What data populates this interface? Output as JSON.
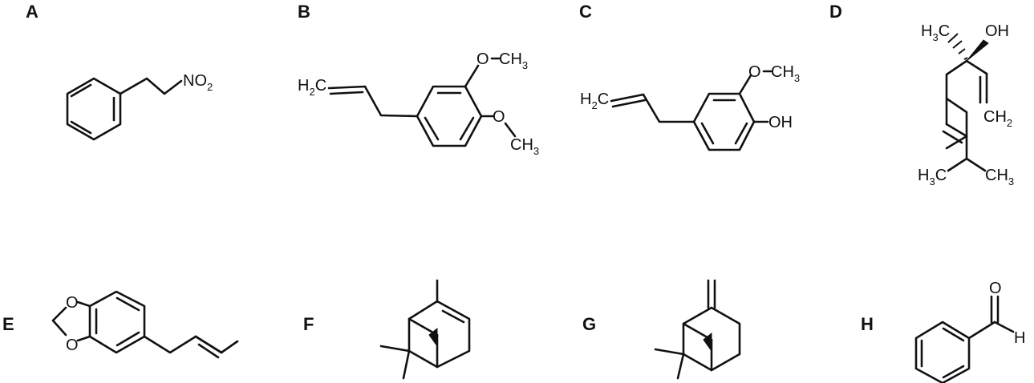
{
  "panels": {
    "a": {
      "letter": "A",
      "nitro_n": "NO",
      "nitro_sub": "2"
    },
    "b": {
      "letter": "B",
      "h2c": "H",
      "h2c_sub": "2",
      "h2c_c": "C",
      "ome1_o": "O",
      "ome1_c": "CH",
      "ome1_sub": "3",
      "ome2_o": "O",
      "ome2_c": "CH",
      "ome2_sub": "3"
    },
    "c": {
      "letter": "C",
      "h2c": "H",
      "h2c_sub": "2",
      "h2c_c": "C",
      "ome_o": "O",
      "ome_c": "CH",
      "ome_sub": "3",
      "oh": "OH"
    },
    "d": {
      "letter": "D",
      "h3c": "H",
      "h3c_sub": "3",
      "h3c_c": "C",
      "oh": "OH",
      "ch2": "CH",
      "ch2_sub": "2",
      "h3c_b": "H",
      "h3c_b_sub": "3",
      "h3c_b_c": "C",
      "ch3_b": "CH",
      "ch3_b_sub": "3"
    },
    "e": {
      "letter": "E",
      "o1": "O",
      "o2": "O"
    },
    "f": {
      "letter": "F"
    },
    "g": {
      "letter": "G"
    },
    "h": {
      "letter": "H",
      "o": "O",
      "h": "H"
    }
  }
}
